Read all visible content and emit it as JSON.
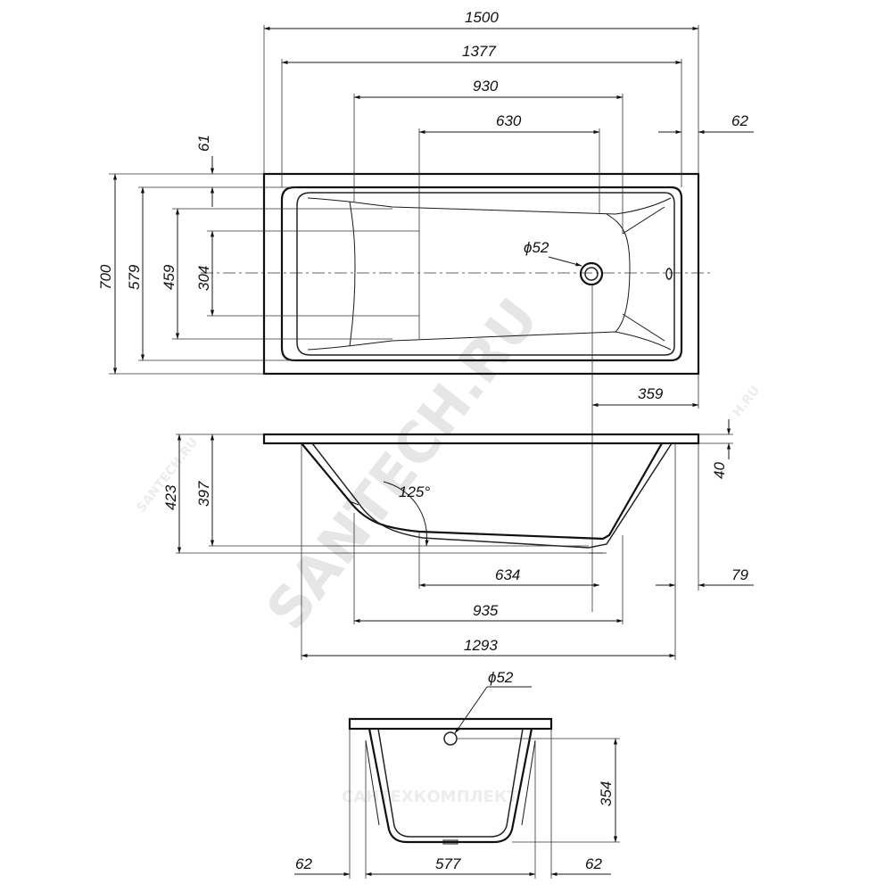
{
  "top_view": {
    "dims_horizontal": {
      "overall_length": "1500",
      "inner_length": "1377",
      "upper_width": "930",
      "flat_width": "630",
      "rim_offset": "62",
      "drain_offset": "359"
    },
    "dims_vertical": {
      "overall_width": "700",
      "inner_width": "579",
      "mid_width": "459",
      "bottom_width": "304",
      "rim_offset": "61"
    },
    "drain_label": "ϕ52"
  },
  "side_view": {
    "overall_depth": "423",
    "inner_depth": "397",
    "rim_height": "40",
    "angle": "125°",
    "bottom_length": "634",
    "mid_length": "935",
    "upper_length": "1293",
    "foot_offset": "79"
  },
  "end_view": {
    "overflow_label": "ϕ52",
    "depth": "354",
    "bottom_width": "577",
    "left_rim": "62",
    "right_rim": "62"
  },
  "watermarks": {
    "diagonal": "SANTECH.RU",
    "center": "САНТЕХКОМПЛЕКТ",
    "left": "SANTECH.RU",
    "right": "H.RU"
  }
}
